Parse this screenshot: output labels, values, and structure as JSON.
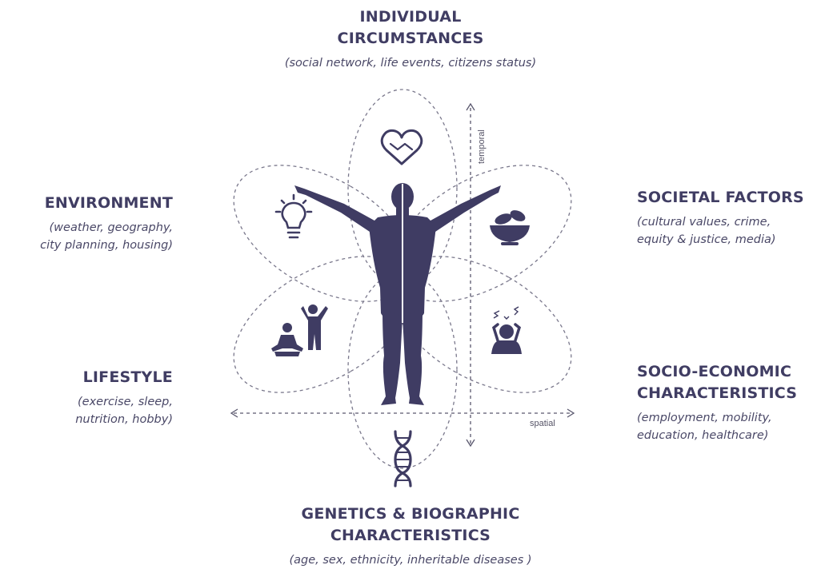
{
  "labels": {
    "individual": {
      "title_line1": "INDIVIDUAL",
      "title_line2": "CIRCUMSTANCES",
      "subtitle": "(social network, life events, citizens status)"
    },
    "environment": {
      "title": "ENVIRONMENT",
      "subtitle_line1": "(weather, geography,",
      "subtitle_line2": "city planning, housing)"
    },
    "lifestyle": {
      "title": "LIFESTYLE",
      "subtitle_line1": "(exercise, sleep,",
      "subtitle_line2": "nutrition, hobby)"
    },
    "societal": {
      "title": "SOCIETAL FACTORS",
      "subtitle_line1": "(cultural values, crime,",
      "subtitle_line2": "equity & justice, media)"
    },
    "socio_economic": {
      "title_line1": "SOCIO-ECONOMIC",
      "title_line2": "CHARACTERISTICS",
      "subtitle_line1": "(employment, mobility,",
      "subtitle_line2": "education, healthcare)"
    },
    "genetics": {
      "title_line1": "GENETICS & BIOGRAPHIC",
      "title_line2": "CHARACTERISTICS",
      "subtitle": "(age, sex, ethnicity, inheritable diseases )"
    }
  },
  "axes": {
    "vertical": "temporal",
    "horizontal": "spatial"
  },
  "icons": {
    "top": "heart-handshake-icon",
    "upper_left": "lightbulb-icon",
    "upper_right": "food-bowl-icon",
    "lower_left": "exercise-people-icon",
    "lower_right": "stressed-person-icon",
    "bottom": "dna-icon"
  },
  "colors": {
    "primary": "#3f3c63",
    "dash": "#6c6a80"
  }
}
